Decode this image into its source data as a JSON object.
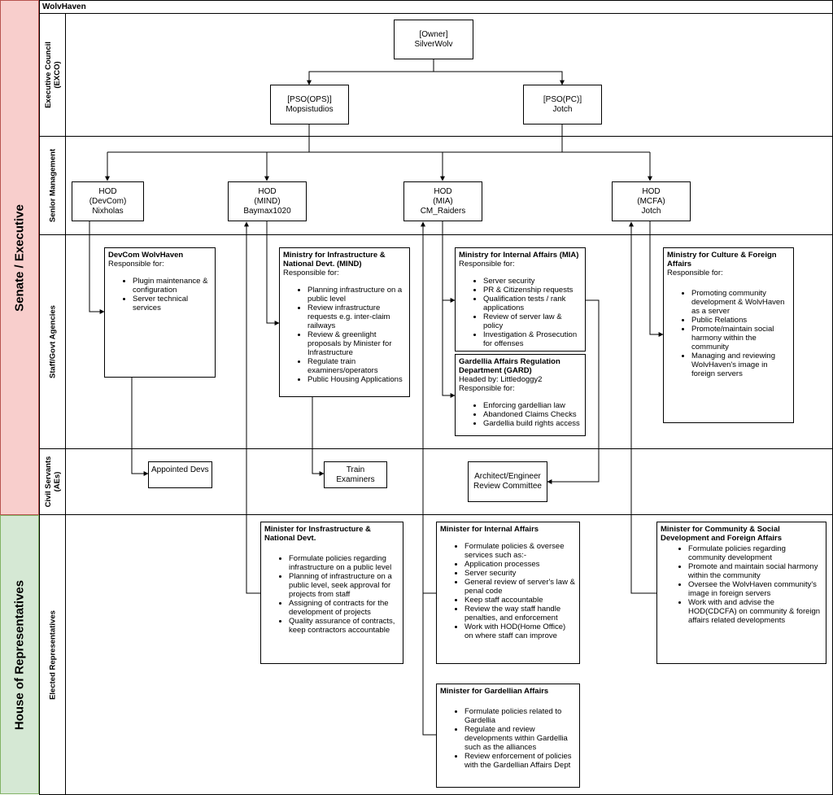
{
  "diagram": {
    "title": "WolvHaven",
    "bands": {
      "senate": "Senate / Executive",
      "house": "House of Representatives"
    },
    "lanes": {
      "exco": "Executive Council\n(EXCO)",
      "senior": "Senior Management",
      "staff": "Staff/Govt Agencies",
      "civil": "Civil Servants\n(AEs)",
      "elected": "Elected Representatives"
    },
    "exco": {
      "owner": {
        "role": "[Owner]",
        "name": "SilverWolv"
      },
      "pso_ops": {
        "role": "[PSO(OPS)]",
        "name": "Mopsistudios"
      },
      "pso_pc": {
        "role": "[PSO(PC)]",
        "name": "Jotch"
      }
    },
    "hods": {
      "devcom": {
        "role": "HOD",
        "unit": "(DevCom)",
        "name": "Nixholas"
      },
      "mind": {
        "role": "HOD",
        "unit": "(MIND)",
        "name": "Baymax1020"
      },
      "mia": {
        "role": "HOD",
        "unit": "(MIA)",
        "name": "CM_Raiders"
      },
      "mcfa": {
        "role": "HOD",
        "unit": "(MCFA)",
        "name": "Jotch"
      }
    },
    "agencies": {
      "devcom": {
        "title": "DevCom WolvHaven",
        "sub": "Responsible for:",
        "items": [
          "Plugin maintenance & configuration",
          "Server technical services"
        ]
      },
      "mind": {
        "title": "Ministry for Infrastructure & National Devt. (MIND)",
        "sub": "Responsible for:",
        "items": [
          "Planning infrastructure on a public level",
          "Review infrastructure requests e.g. inter-claim railways",
          "Review & greenlight proposals by Minister for Infrastructure",
          "Regulate train examiners/operators",
          "Public Housing Applications"
        ]
      },
      "mia": {
        "title": "Ministry for Internal Affairs (MIA)",
        "sub": "Responsible for:",
        "items": [
          "Server security",
          "PR & Citizenship requests",
          "Qualification tests / rank applications",
          "Review of server law & policy",
          "Investigation & Prosecution for offenses"
        ]
      },
      "gard": {
        "title": "Gardellia Affairs Regulation Department (GARD)",
        "headed": "Headed by: Littledoggy2",
        "sub": "Responsible for:",
        "items": [
          "Enforcing gardellian law",
          "Abandoned Claims Checks",
          "Gardellia build rights access"
        ]
      },
      "mcfa": {
        "title": "Ministry for Culture & Foreign Affairs",
        "sub": "Responsible for:",
        "items": [
          "Promoting community development & WolvHaven as a server",
          "Public Relations",
          "Promote/maintain social harmony within the community",
          "Managing and reviewing WolvHaven's image in foreign servers"
        ]
      }
    },
    "civil": {
      "devs": "Appointed Devs",
      "train": "Train Examiners",
      "review": "Architect/Engineer Review Committee"
    },
    "ministers": {
      "infra": {
        "title": "Minister for Insfrastructure & National Devt.",
        "items": [
          "Formulate policies regarding infrastructure on a public level",
          "Planning of infrastructure on a public level, seek approval for projects from staff",
          "Assigning of contracts for the development of projects",
          "Quality assurance of contracts, keep contractors accountable"
        ]
      },
      "internal": {
        "title": "Minister for Internal Affairs",
        "items": [
          "Formulate policies & oversee services such as:-",
          "Application processes",
          "Server security",
          "General review of server's law & penal code",
          "Keep staff accountable",
          "Review the way staff handle penalties, and enforcement",
          "Work with HOD(Home Office) on where staff can improve"
        ]
      },
      "gardellian": {
        "title": "Minister for Gardellian Affairs",
        "items": [
          "Formulate policies related to Gardellia",
          "Regulate and review developments within Gardellia such as the alliances",
          "Review enforcement of policies with the Gardellian Affairs Dept"
        ]
      },
      "community": {
        "title": "Minister for Community & Social Development and Foreign Affairs",
        "items": [
          "Formulate policies regarding community development",
          "Promote and maintain social harmony within the community",
          "Oversee the WolvHaven community's image in foreign servers",
          "Work with and advise the HOD(CDCFA) on community & foreign affairs related developments"
        ]
      }
    },
    "colors": {
      "senate_fill": "#f8cecc",
      "senate_border": "#b85450",
      "house_fill": "#d5e8d4",
      "house_border": "#82b366",
      "line": "#000000"
    }
  }
}
